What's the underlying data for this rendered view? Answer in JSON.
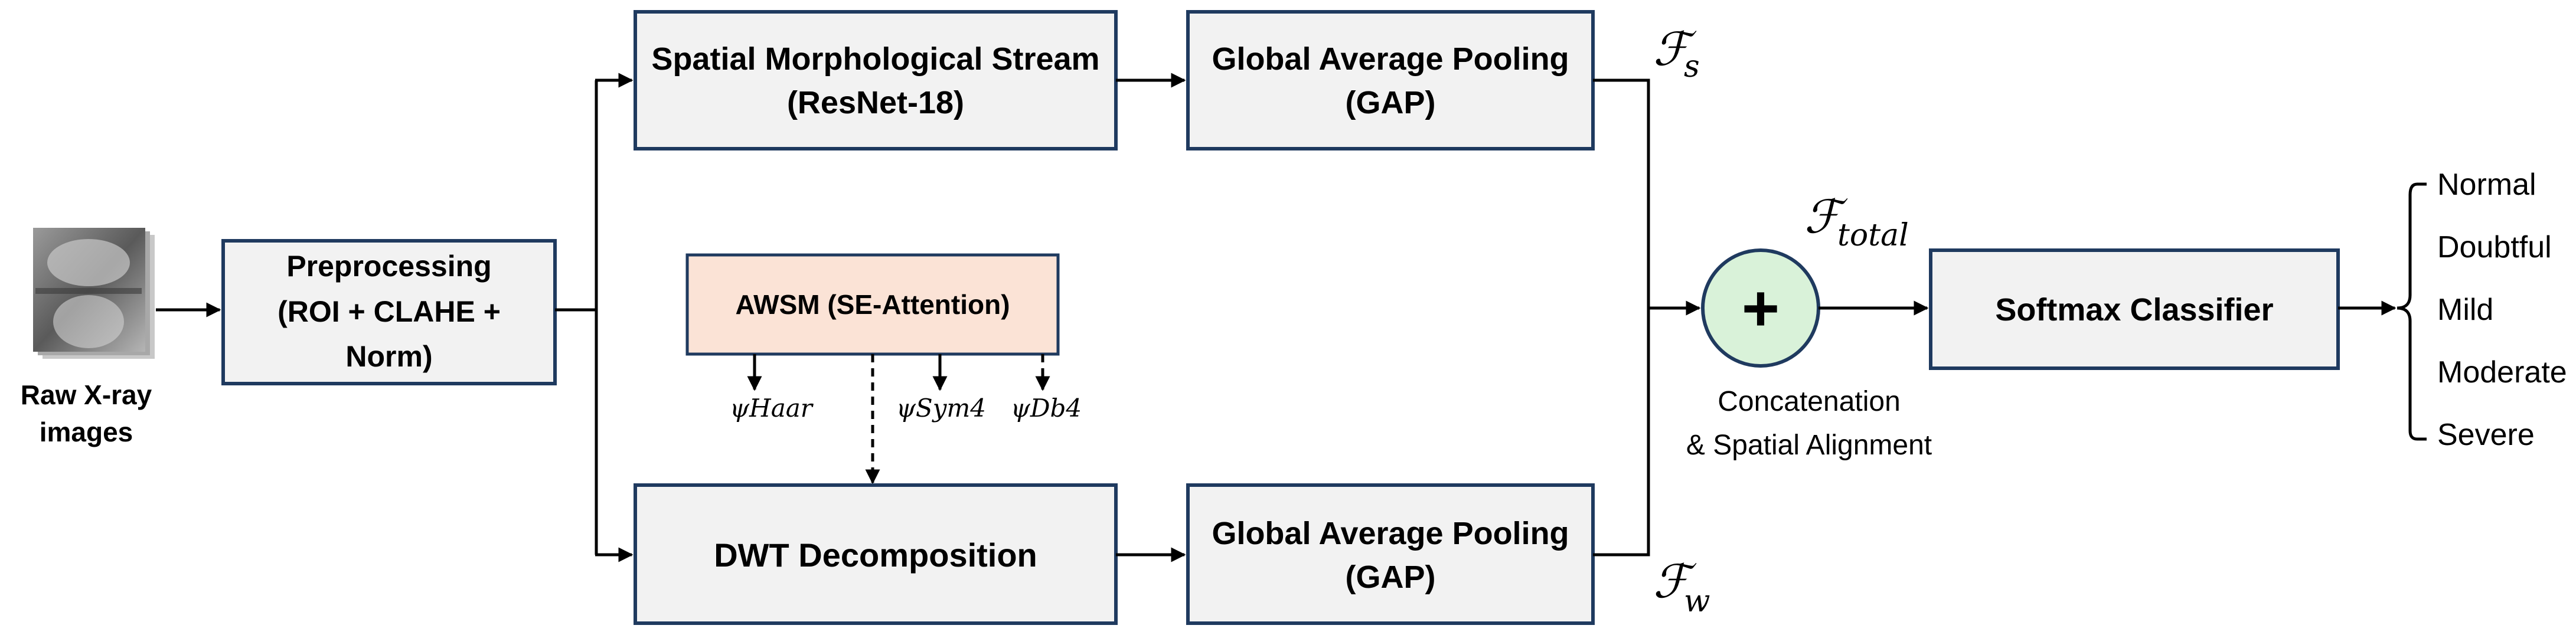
{
  "input": {
    "label_line1": "Raw X-ray",
    "label_line2": "images"
  },
  "preprocessing": {
    "line1": "Preprocessing",
    "line2": "(ROI + CLAHE +",
    "line3": "Norm)"
  },
  "spatial_stream": {
    "line1": "Spatial Morphological Stream",
    "line2": "(ResNet-18)"
  },
  "gap_top": {
    "line1": "Global Average Pooling",
    "line2": "(GAP)"
  },
  "awsm": {
    "label": "AWSM (SE-Attention)",
    "wavelets": [
      "ψHaar",
      "ψSym4",
      "ψDb4"
    ]
  },
  "dwt": {
    "label": "DWT Decomposition"
  },
  "gap_bottom": {
    "line1": "Global Average Pooling",
    "line2": "(GAP)"
  },
  "features": {
    "fs_symbol": "ℱ",
    "fs_sub": "s",
    "fw_symbol": "ℱ",
    "fw_sub": "w",
    "ftotal_symbol": "ℱ",
    "ftotal_sub": "total"
  },
  "fusion": {
    "symbol": "+",
    "caption_line1": "Concatenation",
    "caption_line2": "& Spatial Alignment"
  },
  "classifier": {
    "label": "Softmax Classifier"
  },
  "classes": [
    "Normal",
    "Doubtful",
    "Mild",
    "Moderate",
    "Severe"
  ],
  "colors": {
    "box_fill": "#f2f2f2",
    "box_stroke": "#1f3a5f",
    "awsm_fill": "#fbe3d6",
    "fusion_fill": "#d9f2d9"
  }
}
